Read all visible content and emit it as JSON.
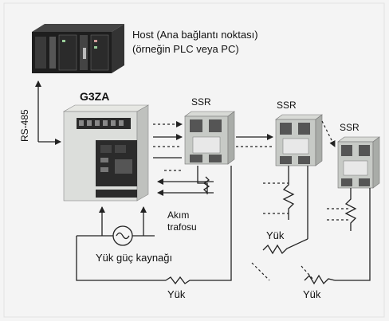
{
  "host": {
    "line1": "Host (Ana bağlantı noktası)",
    "line2": "(örneğin PLC veya PC)"
  },
  "controller": {
    "label": "G3ZA"
  },
  "interface": {
    "label": "RS-485"
  },
  "ssr": {
    "label": "SSR"
  },
  "current_transformer": {
    "line1": "Akım",
    "line2": "trafosu"
  },
  "power_source": {
    "label": "Yük güç kaynağı"
  },
  "load": {
    "label": "Yük"
  },
  "colors": {
    "background": "#f4f4f4",
    "device_body": "#d9dbd7",
    "device_dark": "#2a2a2a",
    "wire": "#222222",
    "ssr_body": "#c9ccc8"
  }
}
